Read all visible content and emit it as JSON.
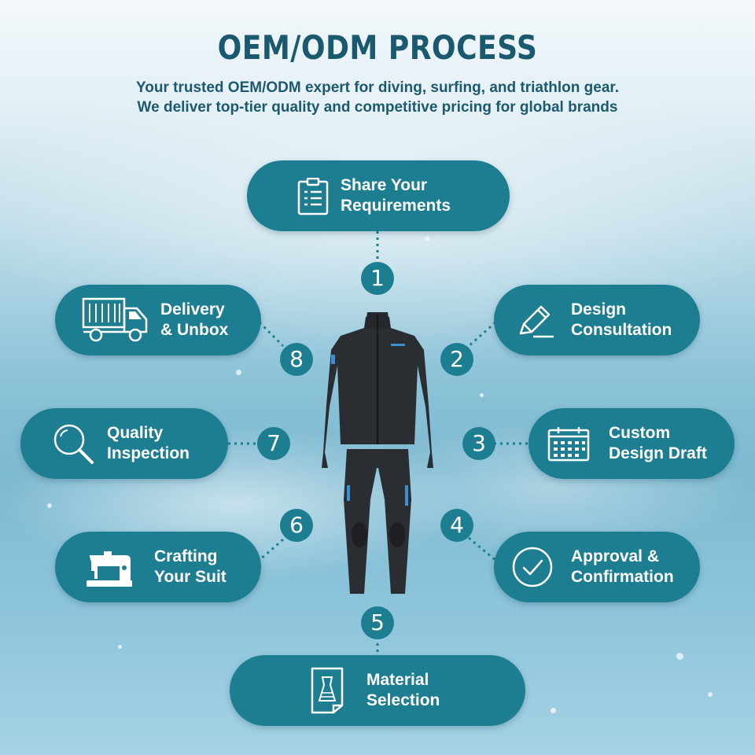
{
  "title": "OEM/ODM PROCESS",
  "subtitle_line1": "Your trusted OEM/ODM expert for diving, surfing, and triathlon gear.",
  "subtitle_line2": "We deliver top-tier quality and competitive pricing for global brands",
  "colors": {
    "pill": "#1d7e92",
    "heading": "#1b5a6e",
    "text": "#ffffff"
  },
  "steps": [
    {
      "number": "1",
      "line1": "Share Your",
      "line2": "Requirements",
      "icon": "clipboard-icon"
    },
    {
      "number": "2",
      "line1": "Design",
      "line2": "Consultation",
      "icon": "pencil-icon"
    },
    {
      "number": "3",
      "line1": "Custom",
      "line2": "Design Draft",
      "icon": "calendar-icon"
    },
    {
      "number": "4",
      "line1": "Approval &",
      "line2": "Confirmation",
      "icon": "checkmark-icon"
    },
    {
      "number": "5",
      "line1": "Material",
      "line2": "Selection",
      "icon": "fabric-swatch-icon"
    },
    {
      "number": "6",
      "line1": "Crafting",
      "line2": "Your Suit",
      "icon": "sewing-machine-icon"
    },
    {
      "number": "7",
      "line1": "Quality",
      "line2": "Inspection",
      "icon": "magnifier-icon"
    },
    {
      "number": "8",
      "line1": "Delivery",
      "line2": "& Unbox",
      "icon": "truck-icon"
    }
  ]
}
